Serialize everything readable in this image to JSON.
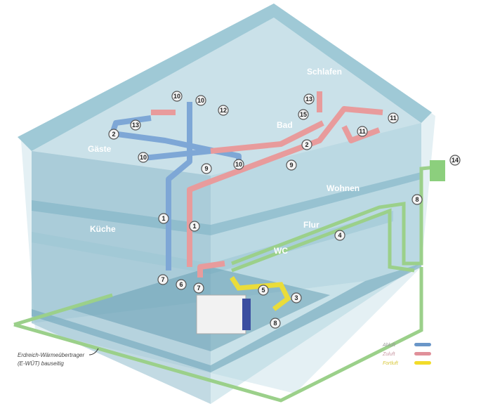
{
  "rooms": {
    "schlafen": "Schlafen",
    "bad": "Bad",
    "gaeste": "Gäste",
    "wohnen": "Wohnen",
    "kueche": "Küche",
    "flur": "Flur",
    "wc": "WC"
  },
  "markers": [
    "10",
    "10",
    "12",
    "13",
    "2",
    "10",
    "9",
    "10",
    "13",
    "15",
    "11",
    "11",
    "2",
    "9",
    "1",
    "1",
    "4",
    "8",
    "14",
    "7",
    "6",
    "7",
    "5",
    "3",
    "8"
  ],
  "legend": [
    {
      "label": "Abluft",
      "color": "#6a96c8"
    },
    {
      "label": "Zuluft",
      "color": "#e0909a"
    },
    {
      "label": "Fortluft",
      "color": "#f2dc2a"
    }
  ],
  "note": {
    "line1": "Erdreich-Wärmeübertrager",
    "line2": "(E-WÜT) bauseitig"
  }
}
